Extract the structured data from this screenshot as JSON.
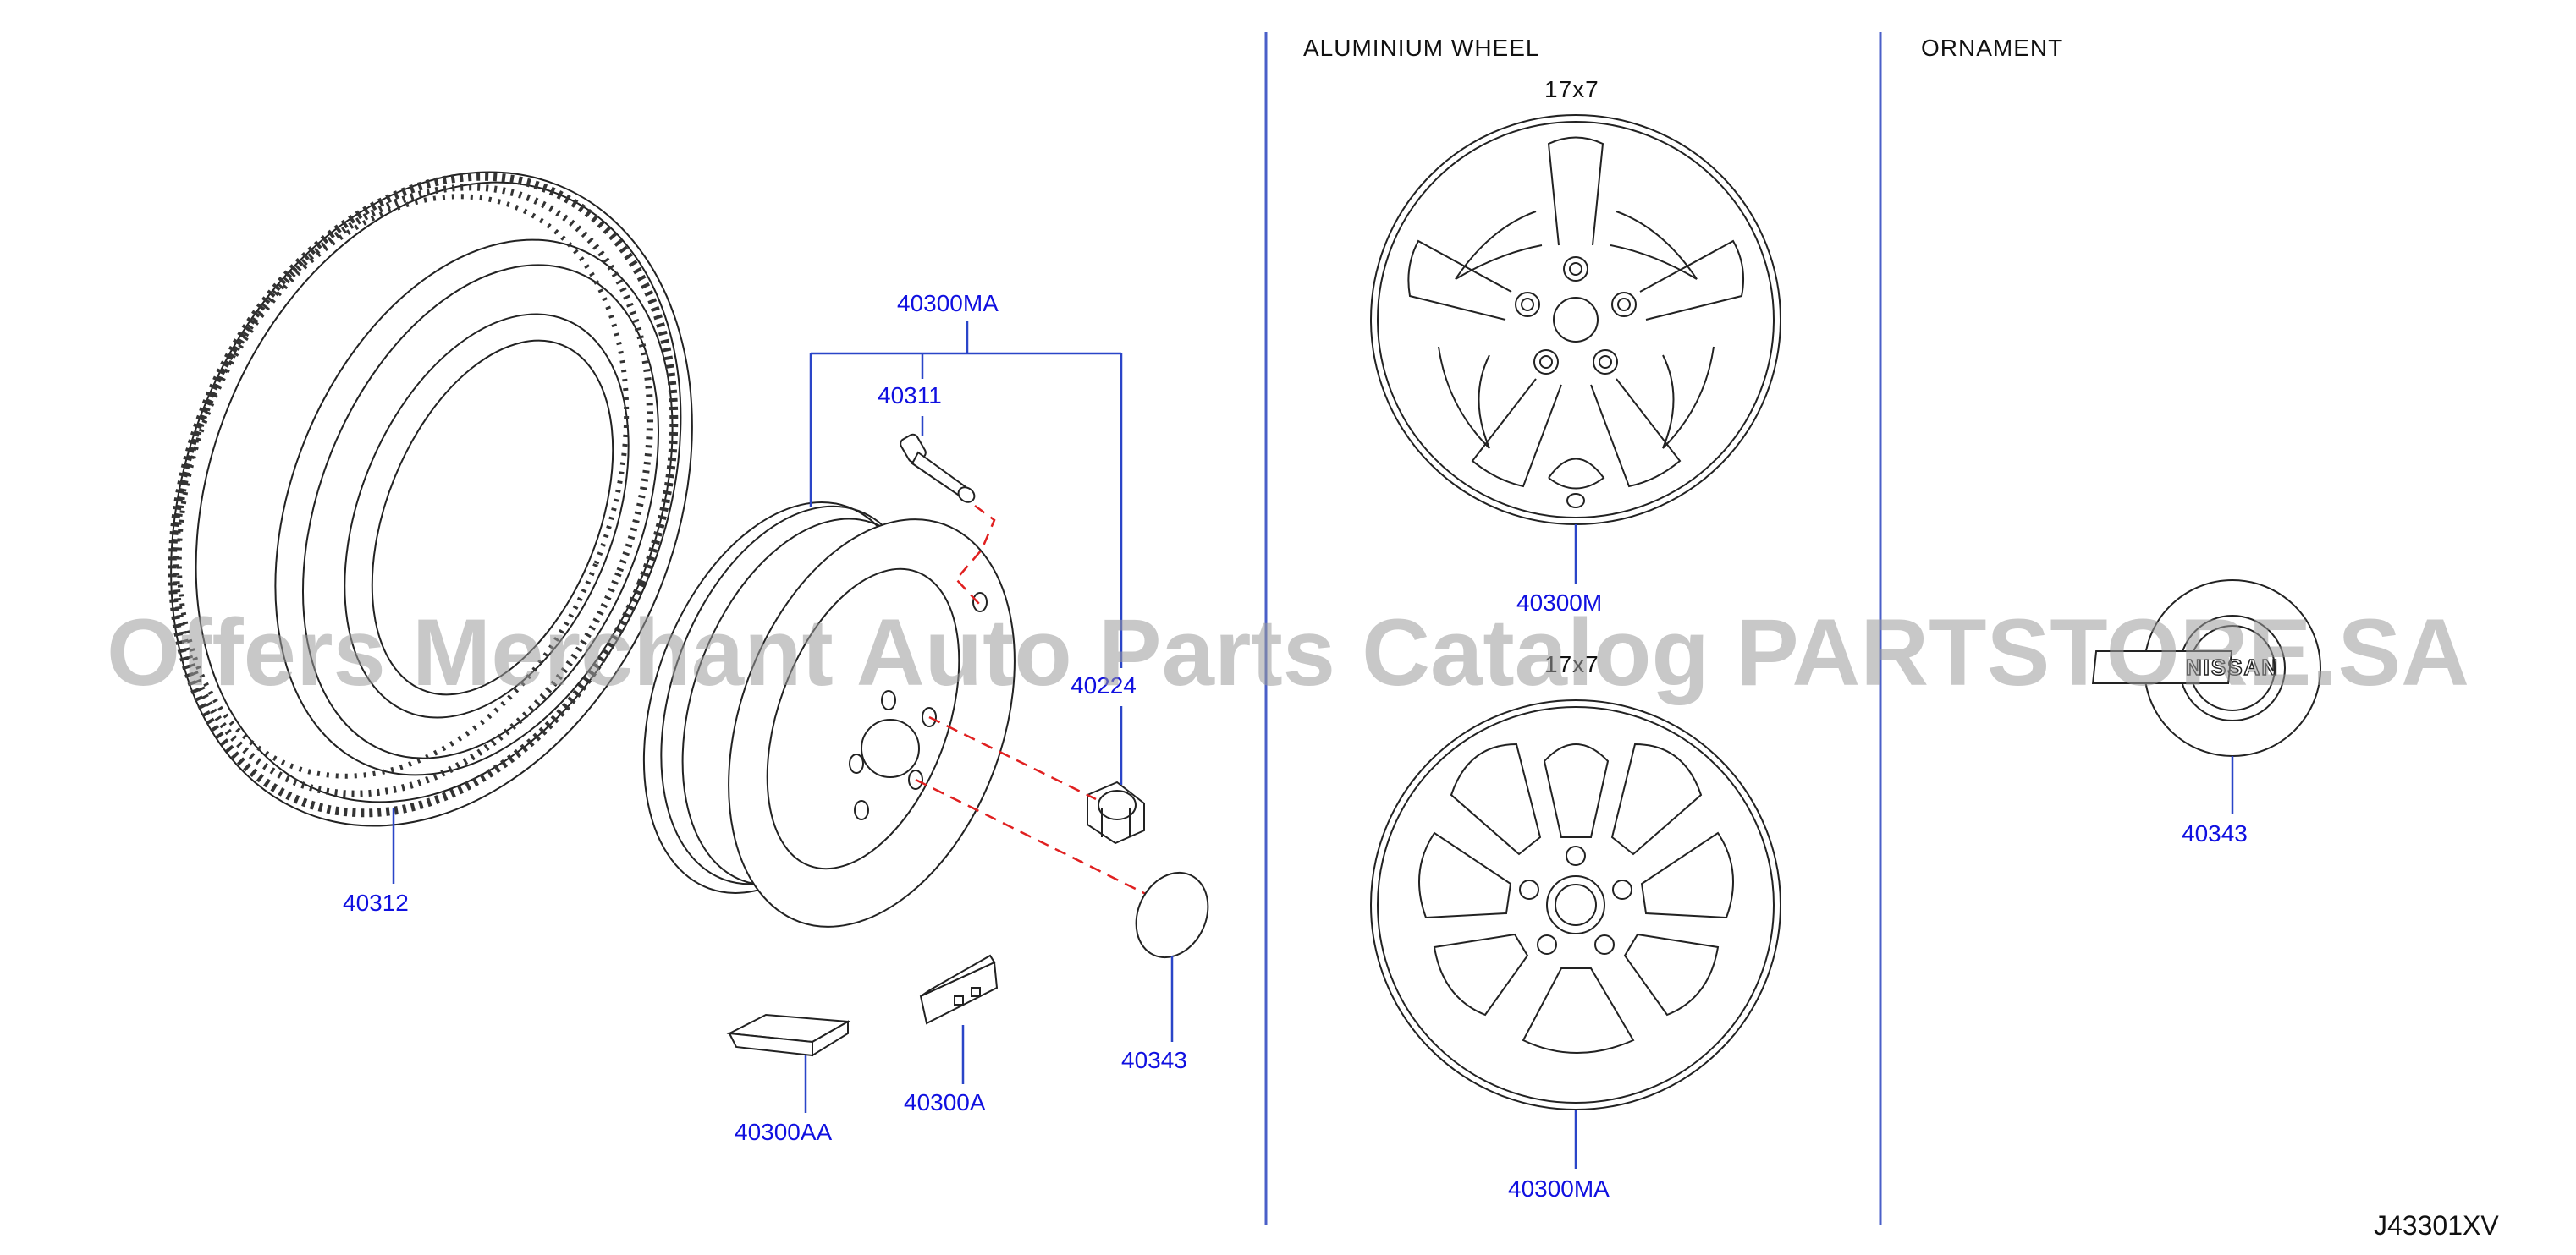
{
  "sections": {
    "aluminium_wheel": "ALUMINIUM   WHEEL",
    "ornament": "ORNAMENT"
  },
  "wheel_sizes": {
    "upper": "17x7",
    "lower": "17x7"
  },
  "parts": {
    "tire": "40312",
    "wheel_assembly": "40300MA",
    "valve": "40311",
    "nut": "40224",
    "cap_center": "40343",
    "balance_weight_a": "40300A",
    "balance_weight_aa": "40300AA",
    "alu_wheel_upper": "40300M",
    "alu_wheel_lower": "40300MA",
    "ornament_cap": "40343"
  },
  "emblem_text": "NISSAN",
  "diagram_code": "J43301XV",
  "watermark": "Offers Merchant Auto Parts Catalog PARTSTORE.SA",
  "colors": {
    "part_number": "#1010e0",
    "leader_line": "#2a45c8",
    "assembly_dash": "#e02020",
    "outline": "#222222"
  }
}
